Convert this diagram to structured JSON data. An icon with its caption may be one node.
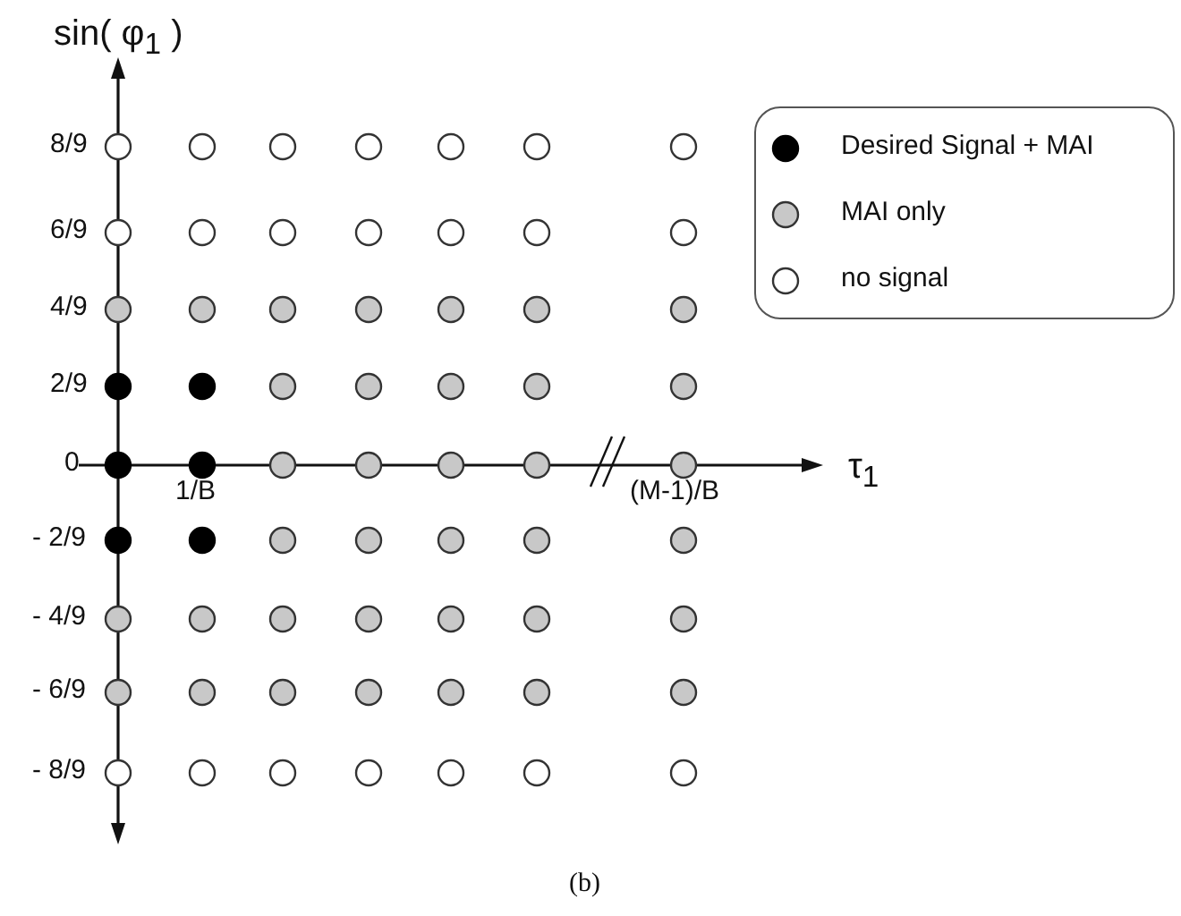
{
  "diagram": {
    "caption": "(b)",
    "labels": [
      "sin( φ$_{1}$ )",
      "8/9",
      "6/9",
      "4/9",
      "2/9",
      "0",
      "τ$_{1}$",
      "1/B",
      "(M-1)/B",
      "- 2/9",
      "- 4/9",
      "- 6/9",
      "- 8/9"
    ],
    "legend": [
      {
        "text": "Desired Signal + MAI"
      },
      {
        "text": "MAI only"
      },
      {
        "text": "no signal"
      }
    ]
  }
}
